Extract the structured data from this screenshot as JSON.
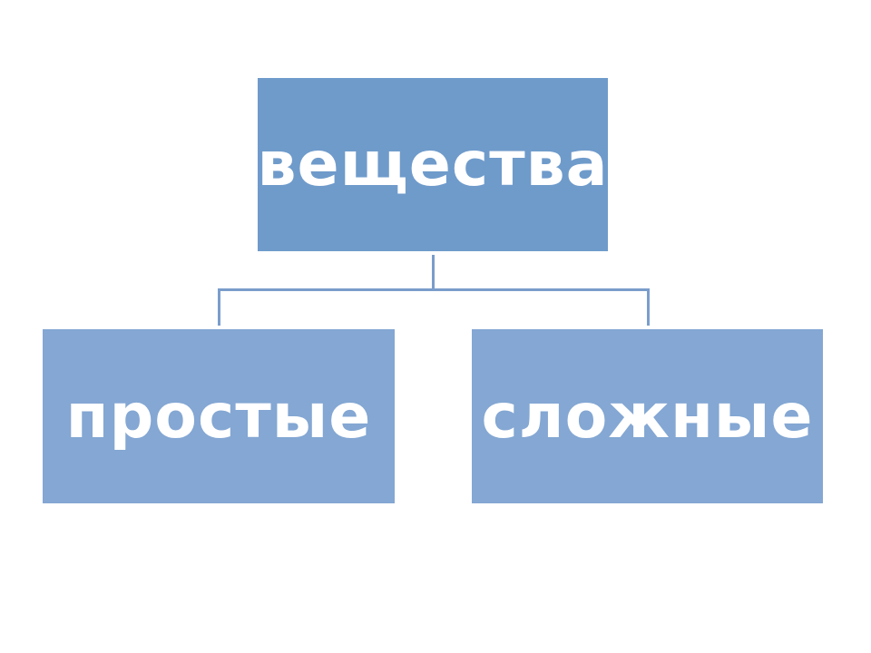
{
  "root": {
    "label": "вещества"
  },
  "children": [
    {
      "label": "простые"
    },
    {
      "label": "сложные"
    }
  ],
  "colors": {
    "root": "#6f9bcb",
    "child": "#84a7d3",
    "connector": "#7a9dcb"
  }
}
